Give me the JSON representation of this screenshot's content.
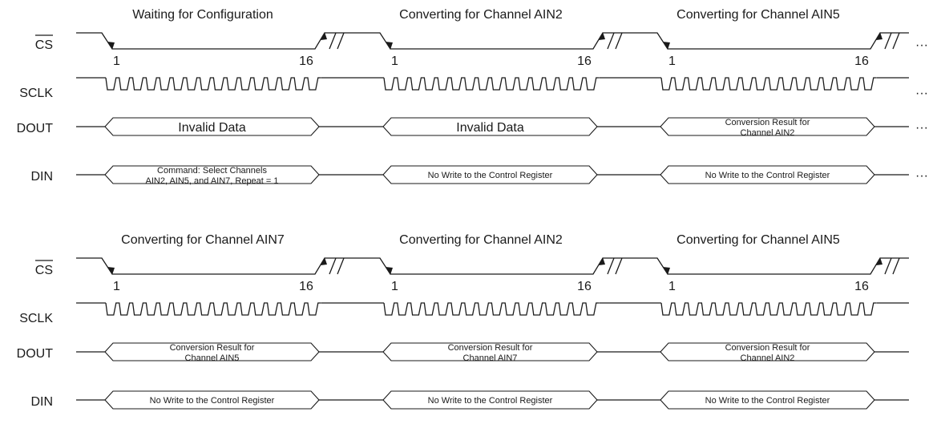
{
  "signals": {
    "cs": "CS",
    "sclk": "SCLK",
    "dout": "DOUT",
    "din": "DIN"
  },
  "continuation": "···",
  "rows": [
    {
      "frames": [
        {
          "title": "Waiting for Configuration",
          "count_start": "1",
          "count_end": "16",
          "dout_lines": [
            "Invalid Data"
          ],
          "din_lines": [
            "Command: Select Channels",
            "AIN2, AIN5, and AIN7, Repeat = 1"
          ]
        },
        {
          "title": "Converting for Channel AIN2",
          "count_start": "1",
          "count_end": "16",
          "dout_lines": [
            "Invalid Data"
          ],
          "din_lines": [
            "No Write to the Control Register"
          ]
        },
        {
          "title": "Converting for Channel AIN5",
          "count_start": "1",
          "count_end": "16",
          "dout_lines": [
            "Conversion Result for",
            "Channel AIN2"
          ],
          "din_lines": [
            "No Write to the Control Register"
          ]
        }
      ]
    },
    {
      "frames": [
        {
          "title": "Converting for Channel AIN7",
          "count_start": "1",
          "count_end": "16",
          "dout_lines": [
            "Conversion Result for",
            "Channel AIN5"
          ],
          "din_lines": [
            "No Write to the Control Register"
          ]
        },
        {
          "title": "Converting for Channel AIN2",
          "count_start": "1",
          "count_end": "16",
          "dout_lines": [
            "Conversion Result for",
            "Channel AIN7"
          ],
          "din_lines": [
            "No Write to the Control Register"
          ]
        },
        {
          "title": "Converting for Channel AIN5",
          "count_start": "1",
          "count_end": "16",
          "dout_lines": [
            "Conversion Result for",
            "Channel AIN2"
          ],
          "din_lines": [
            "No Write to the Control Register"
          ]
        }
      ]
    }
  ]
}
